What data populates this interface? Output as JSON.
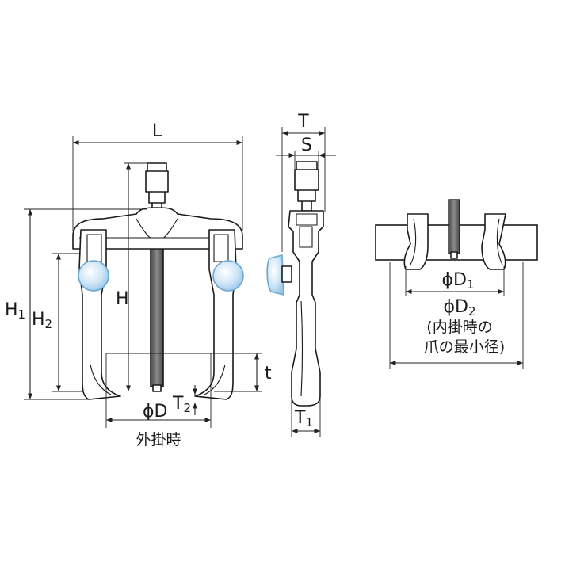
{
  "labels": {
    "L": "L",
    "T": "T",
    "S": "S",
    "H1": "H",
    "H1_sub": "1",
    "H2": "H",
    "H2_sub": "2",
    "H": "H",
    "t": "t",
    "phiD": "ϕD",
    "T2": "T",
    "T2_sub": "2",
    "T1": "T",
    "T1_sub": "1",
    "outer_grip": "外掛時",
    "phiD1": "ϕD",
    "phiD1_sub": "1",
    "phiD2": "ϕD",
    "phiD2_sub": "2",
    "inner_note_line1": "(内掛時の",
    "inner_note_line2": "爪の最小径)"
  },
  "colors": {
    "line": "#1a1a1a",
    "knob_fill": "#cfe6f7",
    "knob_stroke": "#6aa7d4",
    "metal_shade": "#e8e8e8",
    "rod": "#6b6b6b"
  },
  "icons": {
    "knob": "adjustment-knob-icon",
    "arrow": "dimension-arrow-icon"
  }
}
